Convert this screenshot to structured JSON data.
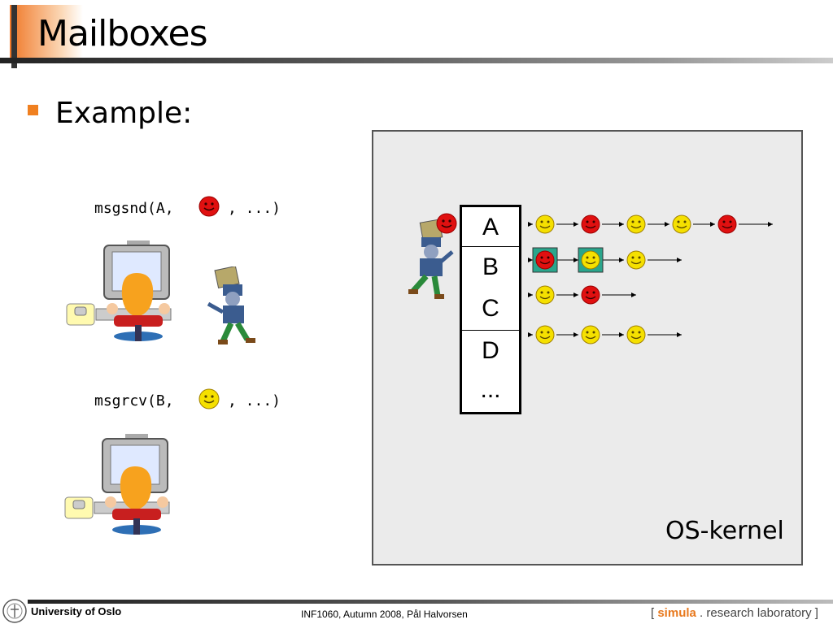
{
  "slide": {
    "title": "Mailboxes",
    "bullet": "Example:"
  },
  "calls": {
    "send": {
      "prefix": "msgsnd(A,",
      "suffix": ", ...)",
      "message": "red-smiley-icon"
    },
    "receive": {
      "prefix": "msgrcv(B,",
      "suffix": ", ...)",
      "message": "yellow-smiley-icon"
    }
  },
  "kernel": {
    "label": "OS-kernel",
    "mailboxes": [
      {
        "name": "A",
        "queue": [
          "yellow",
          "red",
          "yellow",
          "yellow",
          "red"
        ]
      },
      {
        "name": "B",
        "queue": [
          "red",
          "yellow",
          "yellow"
        ],
        "highlighted": [
          0,
          1
        ]
      },
      {
        "name": "C",
        "queue": [
          "yellow",
          "red"
        ]
      },
      {
        "name": "D",
        "queue": [
          "yellow",
          "yellow",
          "yellow"
        ]
      },
      {
        "name": "...",
        "queue": []
      }
    ]
  },
  "colors": {
    "accent": "#f08020",
    "red_smiley": "#e01010",
    "yellow_smiley": "#f5e000",
    "highlight": "#2aa58c"
  },
  "footer": {
    "university": "University of Oslo",
    "course": "INF1060,  Autumn 2008,  Pål Halvorsen",
    "lab_open": "[ ",
    "lab_simula": "simula",
    "lab_dot": " . ",
    "lab_rest": "research laboratory ]"
  }
}
